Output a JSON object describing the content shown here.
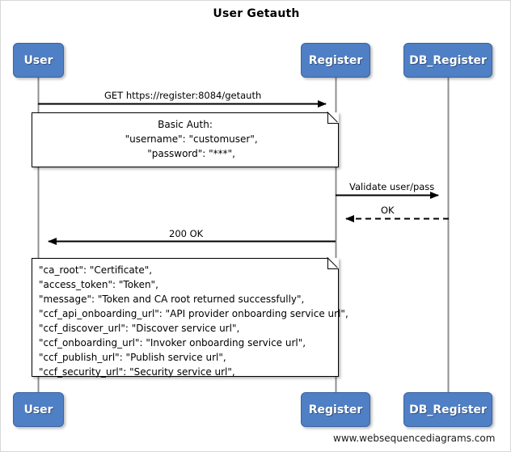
{
  "diagram": {
    "title": "User Getauth",
    "watermark": "www.websequencediagrams.com",
    "accent_color": "#4f7fc4",
    "accent_border_color": "#3a63a0",
    "line_color": "#808080",
    "arrow_color": "#000000"
  },
  "participants": [
    {
      "id": "user",
      "label": "User"
    },
    {
      "id": "register",
      "label": "Register"
    },
    {
      "id": "db_register",
      "label": "DB_Register"
    }
  ],
  "participants_bottom": [
    {
      "id": "user-bottom",
      "label": "User"
    },
    {
      "id": "register-bottom",
      "label": "Register"
    },
    {
      "id": "db_register-bottom",
      "label": "DB_Register"
    }
  ],
  "messages": [
    {
      "id": "get-getauth",
      "label": "GET https://register:8084/getauth",
      "from": "user",
      "to": "register",
      "style": "solid",
      "direction": "right"
    },
    {
      "id": "validate-user-pass",
      "label": "Validate user/pass",
      "from": "register",
      "to": "db_register",
      "style": "solid",
      "direction": "right"
    },
    {
      "id": "ok",
      "label": "OK",
      "from": "db_register",
      "to": "register",
      "style": "dashed",
      "direction": "left"
    },
    {
      "id": "200-ok",
      "label": "200 OK",
      "from": "register",
      "to": "user",
      "style": "solid",
      "direction": "left"
    }
  ],
  "notes": [
    {
      "id": "basic-auth-note",
      "lines": [
        "Basic Auth:",
        "    \"username\": \"customuser\",",
        "    \"password\": \"***\","
      ]
    },
    {
      "id": "getauth-response-note",
      "lines": [
        "\"ca_root\": \"Certificate\",",
        "\"access_token\": \"Token\",",
        "\"message\": \"Token and CA root returned successfully\",",
        "\"ccf_api_onboarding_url\": \"API provider onboarding service url\",",
        "\"ccf_discover_url\": \"Discover service url\",",
        "\"ccf_onboarding_url\": \"Invoker onboarding service url\",",
        "\"ccf_publish_url\": \"Publish service url\",",
        "\"ccf_security_url\": \"Security service url\","
      ]
    }
  ]
}
